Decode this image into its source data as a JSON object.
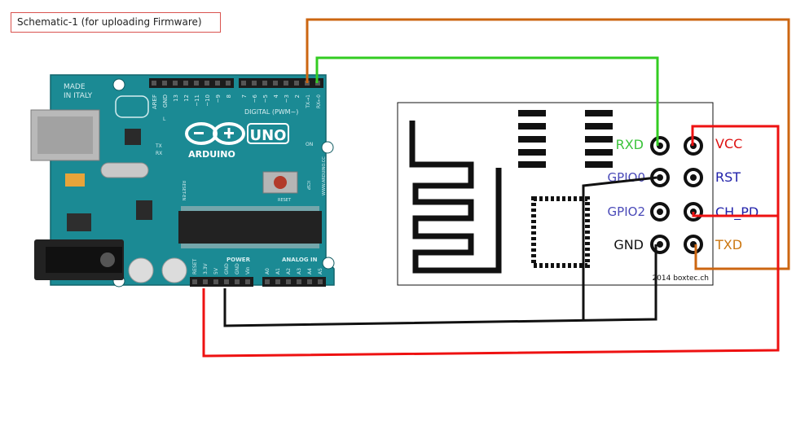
{
  "caption": "Schematic-1 (for uploading Firmware)",
  "arduino": {
    "made_in": [
      "MADE",
      "IN ITALY"
    ],
    "brand": "ARDUINO",
    "model": "UNO",
    "url": "WWW.ARDUINO.CC",
    "digital_label": "DIGITAL (PWM~)",
    "digital_pins": [
      "AREF",
      "GND",
      "13",
      "12",
      "~11",
      "~10",
      "~9",
      "8",
      "7",
      "~6",
      "~5",
      "4",
      "~3",
      "2",
      "TX→1",
      "RX←0"
    ],
    "power_label": "POWER",
    "analog_label": "ANALOG IN",
    "power_pins": [
      "RESET",
      "3.3V",
      "5V",
      "GND",
      "GND",
      "Vin"
    ],
    "analog_pins": [
      "A0",
      "A1",
      "A2",
      "A3",
      "A4",
      "A5"
    ],
    "leds": [
      "L",
      "TX",
      "RX"
    ],
    "on_label": "ON",
    "reset_label": "RESET",
    "reset_en_label": "RESET-EN",
    "icsp_label": "ICSP"
  },
  "esp": {
    "credit": "2014 boxtec.ch",
    "left_labels": [
      {
        "text": "RXD",
        "color": "#3cc43c"
      },
      {
        "text": "GPIO0",
        "color": "#4a4ab8"
      },
      {
        "text": "GPIO2",
        "color": "#4a4ab8"
      },
      {
        "text": "GND",
        "color": "#111111"
      }
    ],
    "right_labels": [
      {
        "text": "VCC",
        "color": "#dd1111"
      },
      {
        "text": "RST",
        "color": "#2222aa"
      },
      {
        "text": "CH_PD",
        "color": "#2222aa"
      },
      {
        "text": "TXD",
        "color": "#cc7711"
      }
    ]
  },
  "wire_colors": {
    "rx": "#33cc22",
    "tx": "#cc6611",
    "power": "#ee1111",
    "ground": "#111111"
  }
}
